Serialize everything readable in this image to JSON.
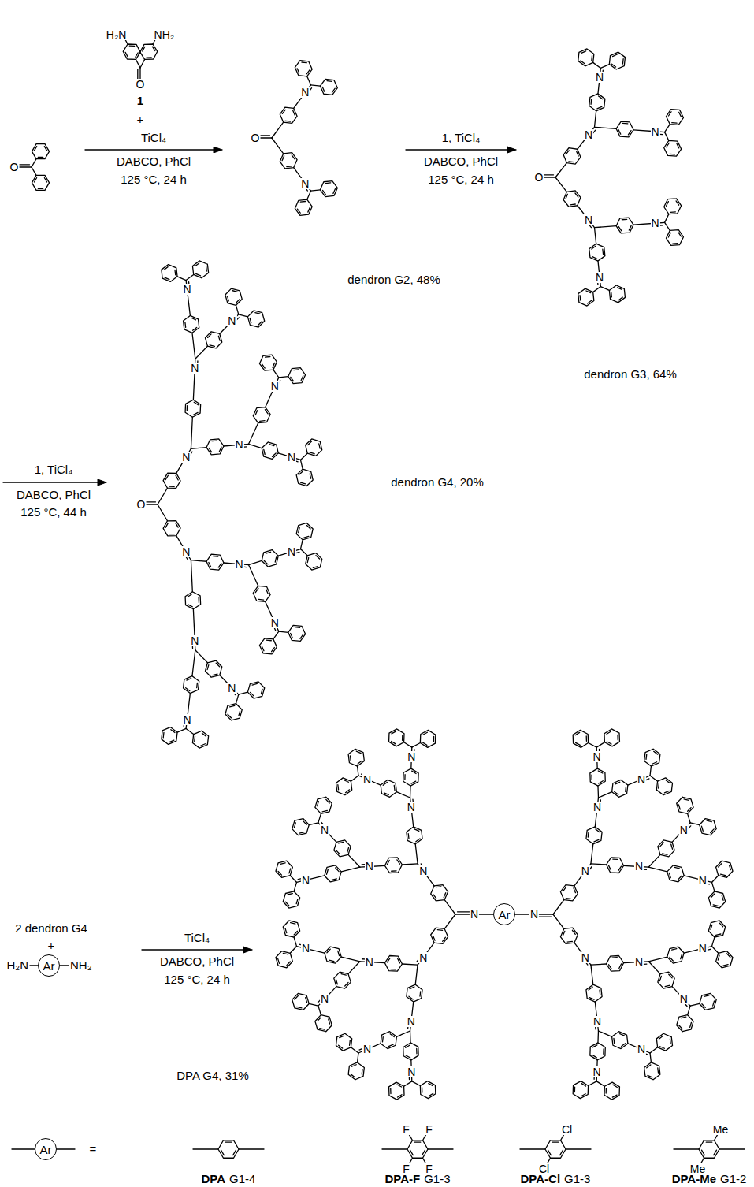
{
  "diagram": {
    "nodes": [
      {
        "text": [
          "Ar"
        ]
      },
      {
        "text": [
          "Ar"
        ]
      },
      {
        "text": [
          "Ar"
        ]
      }
    ],
    "labels": [
      "H₂N",
      "NH₂",
      "O",
      "1",
      "+",
      "O",
      "TiCl₄",
      "DABCO, PhCl",
      "125 °C, 24 h",
      "O",
      "N",
      "N",
      "dendron G2, 48%",
      "1, TiCl₄",
      "DABCO, PhCl",
      "125 °C, 24 h",
      "O",
      "N",
      "N",
      "N",
      "N",
      "N",
      "N",
      "dendron G3, 64%",
      "1, TiCl₄",
      "DABCO, PhCl",
      "125 °C, 44 h",
      "O",
      "N",
      "N",
      "N",
      "N",
      "N",
      "N",
      "N",
      "N",
      "N",
      "N",
      "N",
      "N",
      "N",
      "N",
      "dendron G4, 20%",
      "2 dendron G4",
      "+",
      "H₂N",
      "NH₂",
      "TiCl₄",
      "DABCO, PhCl",
      "125 °C, 24 h",
      "N",
      "N",
      "N",
      "N",
      "N",
      "N",
      "N",
      "N",
      "N",
      "N",
      "N",
      "N",
      "N",
      "N",
      "N",
      "N",
      "N",
      "N",
      "N",
      "N",
      "N",
      "N",
      "N",
      "N",
      "N",
      "N",
      "N",
      "N",
      "N",
      "N",
      "DPA G4, 31%",
      "=",
      "F",
      "F",
      "F",
      "F",
      "Cl",
      "Cl",
      "Me",
      "Me",
      "DPA",
      "G1-4",
      "DPA-F",
      "G1-3",
      "DPA-Cl",
      "G1-3",
      "DPA-Me",
      "G1-2"
    ]
  }
}
